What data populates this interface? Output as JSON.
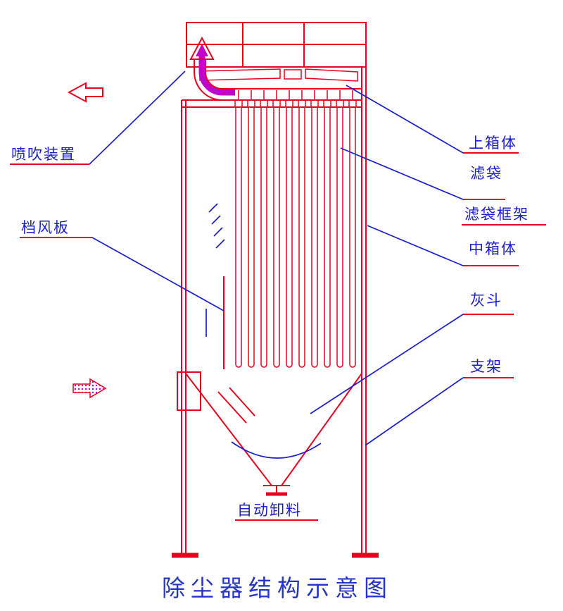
{
  "title": "除尘器结构示意图",
  "colors": {
    "red": "#e8001d",
    "blue": "#1a1ecb",
    "magenta": "#c400cd",
    "title": "#2535c8"
  },
  "callouts": {
    "blow_device": "喷吹装置",
    "wind_baffle": "档风板",
    "upper_box": "上箱体",
    "filter_bag": "滤袋",
    "bag_cage": "滤袋框架",
    "middle_box": "中箱体",
    "ash_hopper": "灰斗",
    "support": "支架",
    "auto_discharge": "自动卸料"
  }
}
